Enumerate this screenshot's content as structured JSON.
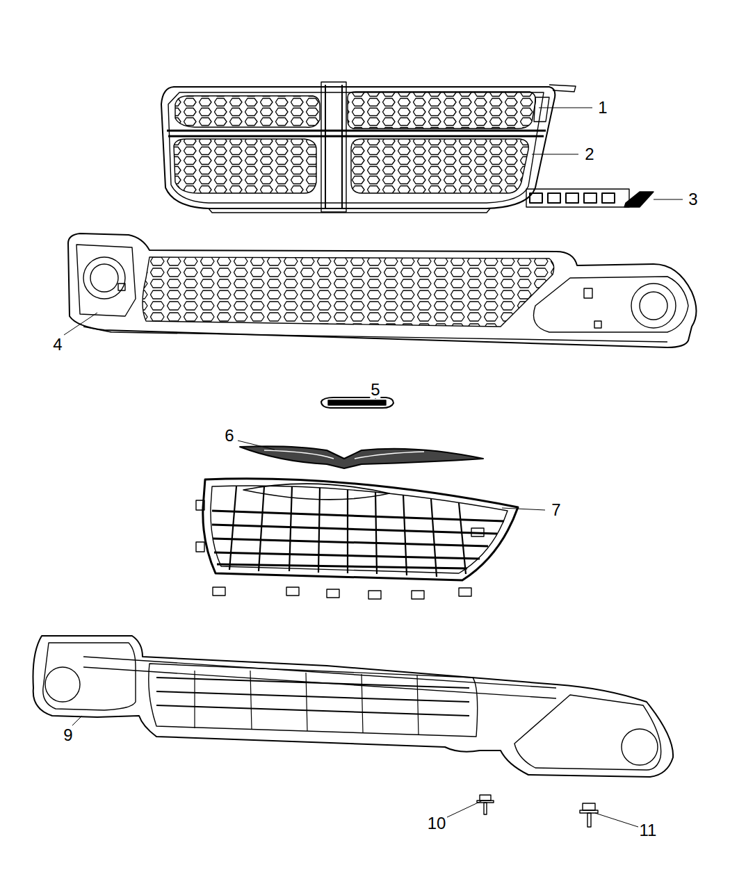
{
  "diagram": {
    "labels": [
      "1",
      "2",
      "3",
      "4",
      "5",
      "6",
      "7",
      "9",
      "10",
      "11"
    ]
  }
}
